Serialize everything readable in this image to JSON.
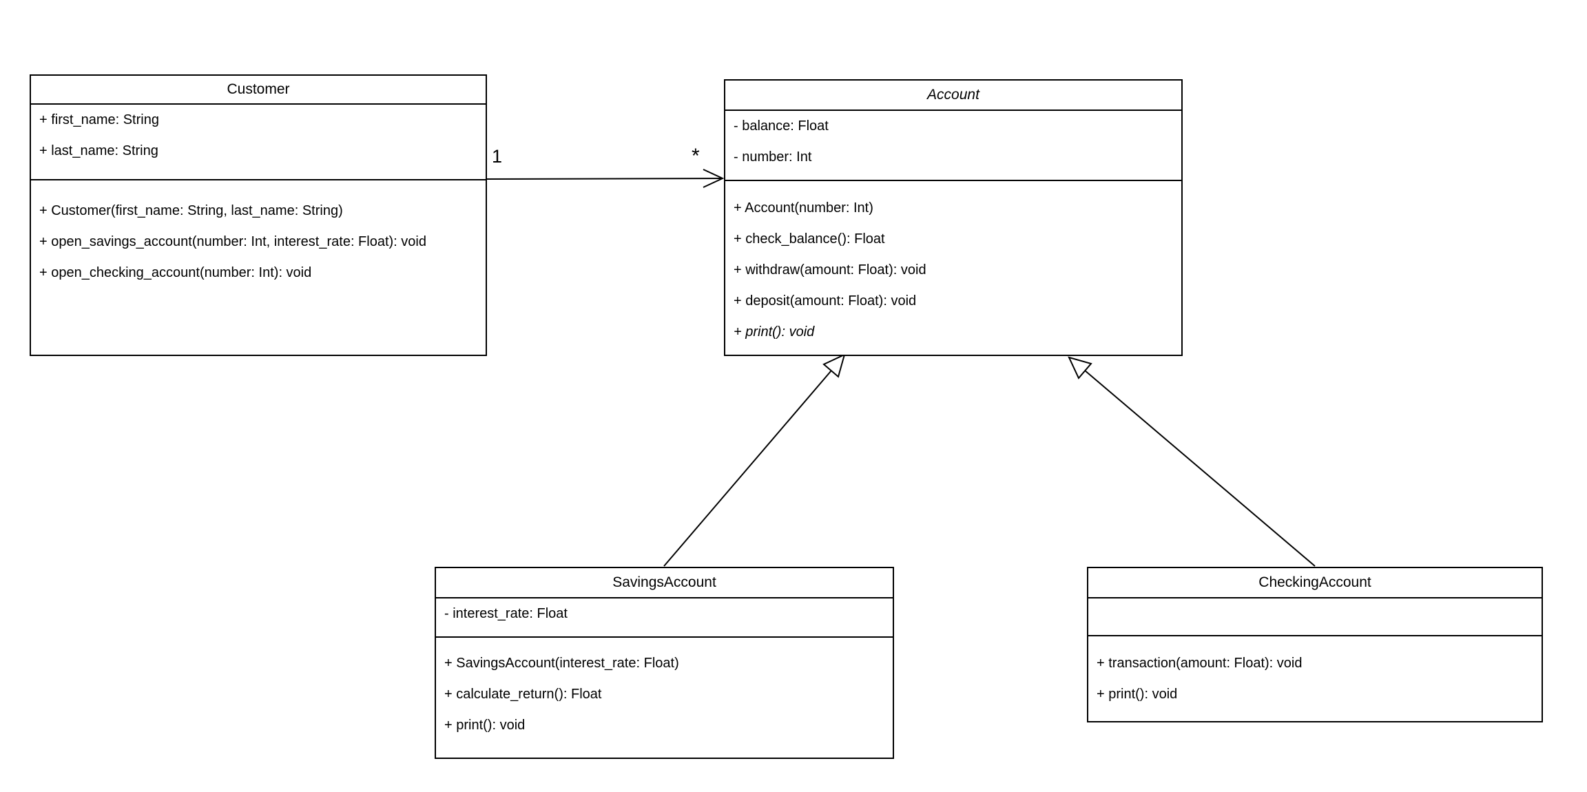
{
  "diagram": {
    "kind": "uml-class-diagram",
    "colors": {
      "background": "#ffffff",
      "shape_fill": "#ffffff",
      "stroke": "#000000",
      "text": "#000000"
    }
  },
  "classes": [
    {
      "name": "Customer",
      "abstract": false,
      "attributes": [
        {
          "text": "+ first_name: String"
        },
        {
          "text": "+ last_name: String"
        }
      ],
      "methods": [
        {
          "text": "+ Customer(first_name: String, last_name: String)"
        },
        {
          "text": "+ open_savings_account(number: Int, interest_rate: Float): void"
        },
        {
          "text": "+ open_checking_account(number: Int): void"
        }
      ]
    },
    {
      "name": "Account",
      "abstract": true,
      "attributes": [
        {
          "text": "- balance: Float"
        },
        {
          "text": "- number: Int"
        }
      ],
      "methods": [
        {
          "text": "+ Account(number: Int)"
        },
        {
          "text": "+ check_balance(): Float"
        },
        {
          "text": "+ withdraw(amount: Float): void"
        },
        {
          "text": "+ deposit(amount: Float): void"
        },
        {
          "text": "+ print(): void",
          "italic": true
        }
      ]
    },
    {
      "name": "SavingsAccount",
      "abstract": false,
      "attributes": [
        {
          "text": "- interest_rate: Float"
        }
      ],
      "methods": [
        {
          "text": "+ SavingsAccount(interest_rate: Float)"
        },
        {
          "text": "+ calculate_return(): Float"
        },
        {
          "text": "+ print(): void"
        }
      ]
    },
    {
      "name": "CheckingAccount",
      "abstract": false,
      "attributes": [],
      "methods": [
        {
          "text": "+ transaction(amount: Float): void"
        },
        {
          "text": "+ print(): void"
        }
      ]
    }
  ],
  "relationships": [
    {
      "type": "association",
      "from": "Customer",
      "to": "Account",
      "from_multiplicity": "1",
      "to_multiplicity": "*"
    },
    {
      "type": "generalization",
      "from": "SavingsAccount",
      "to": "Account"
    },
    {
      "type": "generalization",
      "from": "CheckingAccount",
      "to": "Account"
    }
  ]
}
